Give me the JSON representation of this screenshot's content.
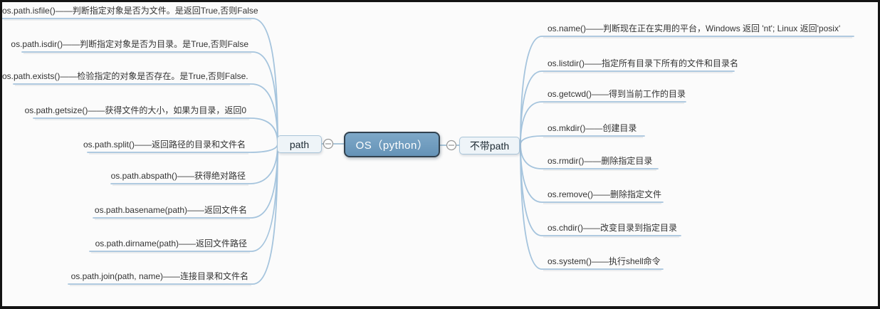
{
  "diagram": {
    "title": "OS (python) mind map",
    "root": {
      "label": "OS（python）"
    },
    "branches": [
      {
        "label": "path",
        "side": "left",
        "items": [
          "os.path.isfile()——判断指定对象是否为文件。是返回True,否则False",
          "os.path.isdir()——判断指定对象是否为目录。是True,否则False",
          "os.path.exists()——检验指定的对象是否存在。是True,否则False.",
          "os.path.getsize()——获得文件的大小，如果为目录，返回0",
          "os.path.split()——返回路径的目录和文件名",
          "os.path.abspath()——获得绝对路径",
          "os.path.basename(path)——返回文件名",
          "os.path.dirname(path)——返回文件路径",
          "os.path.join(path, name)——连接目录和文件名"
        ]
      },
      {
        "label": "不带path",
        "side": "right",
        "items": [
          "os.name()——判断现在正在实用的平台，Windows 返回 'nt'; Linux 返回'posix'",
          "os.listdir()——指定所有目录下所有的文件和目录名",
          "os.getcwd()——得到当前工作的目录",
          "os.mkdir()——创建目录",
          "os.rmdir()——删除指定目录",
          "os.remove()——删除指定文件",
          "os.chdir()——改变目录到指定目录",
          "os.system()——执行shell命令"
        ]
      }
    ],
    "icons": {
      "collapse_left": "minus-circle",
      "collapse_right": "minus-circle"
    },
    "colors": {
      "root_fill": "#6f9cbe",
      "root_border": "#32424f",
      "branch_fill": "#eef4f8",
      "branch_border": "#a9c4d8",
      "line": "#a5c4dd",
      "background": "#fbfbfb"
    }
  }
}
